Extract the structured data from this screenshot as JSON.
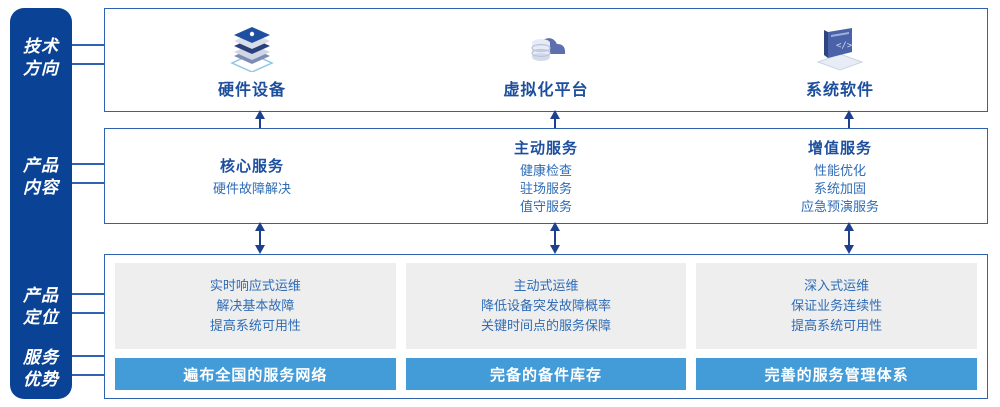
{
  "colors": {
    "sidebar_bg": "#0a4295",
    "panel_border": "#2f63ad",
    "heading_blue": "#1d4f9e",
    "body_blue": "#2f6cb5",
    "gray_box": "#eeeeee",
    "blue_bar": "#439bd8",
    "white": "#ffffff"
  },
  "sidebar": {
    "labels": [
      {
        "line1": "技术",
        "line2": "方向"
      },
      {
        "line1": "产品",
        "line2": "内容"
      },
      {
        "line1": "产品",
        "line2": "定位"
      },
      {
        "line1": "服务",
        "line2": "优势"
      }
    ]
  },
  "tech_direction": {
    "columns": [
      {
        "icon": "server-stack-icon",
        "label": "硬件设备"
      },
      {
        "icon": "cloud-database-icon",
        "label": "虚拟化平台"
      },
      {
        "icon": "laptop-code-icon",
        "label": "系统软件"
      }
    ]
  },
  "product_content": {
    "columns": [
      {
        "title": "核心服务",
        "items": [
          "硬件故障解决"
        ]
      },
      {
        "title": "主动服务",
        "items": [
          "健康检查",
          "驻场服务",
          "值守服务"
        ]
      },
      {
        "title": "增值服务",
        "items": [
          "性能优化",
          "系统加固",
          "应急预演服务"
        ]
      }
    ]
  },
  "product_position": {
    "columns": [
      {
        "lines": [
          "实时响应式运维",
          "解决基本故障",
          "提高系统可用性"
        ],
        "advantage": "遍布全国的服务网络"
      },
      {
        "lines": [
          "主动式运维",
          "降低设备突发故障概率",
          "关键时间点的服务保障"
        ],
        "advantage": "完备的备件库存"
      },
      {
        "lines": [
          "深入式运维",
          "保证业务连续性",
          "提高系统可用性"
        ],
        "advantage": "完善的服务管理体系"
      }
    ]
  }
}
